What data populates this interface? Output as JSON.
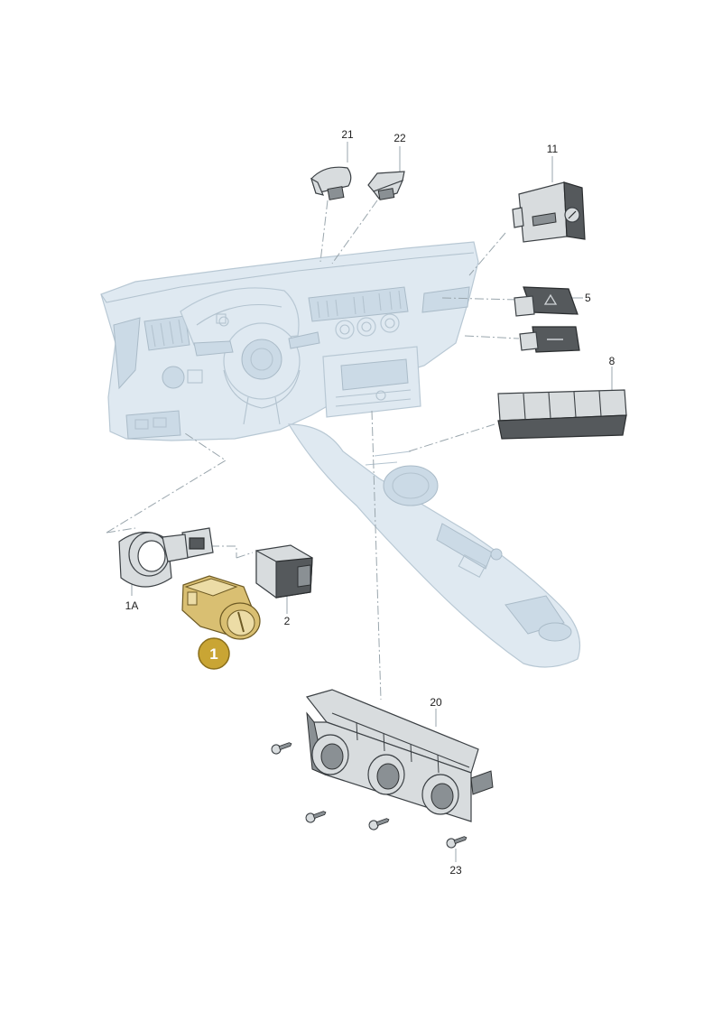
{
  "diagram": {
    "highlight_color": "#d9bf72",
    "highlight_badge_color": "#c9a534",
    "highlighted_part": "1",
    "callouts": {
      "c21": "21",
      "c22": "22",
      "c11": "11",
      "c5": "5",
      "c8": "8",
      "c1A": "1A",
      "c2": "2",
      "c20": "20",
      "c23": "23",
      "c1": "1"
    }
  }
}
